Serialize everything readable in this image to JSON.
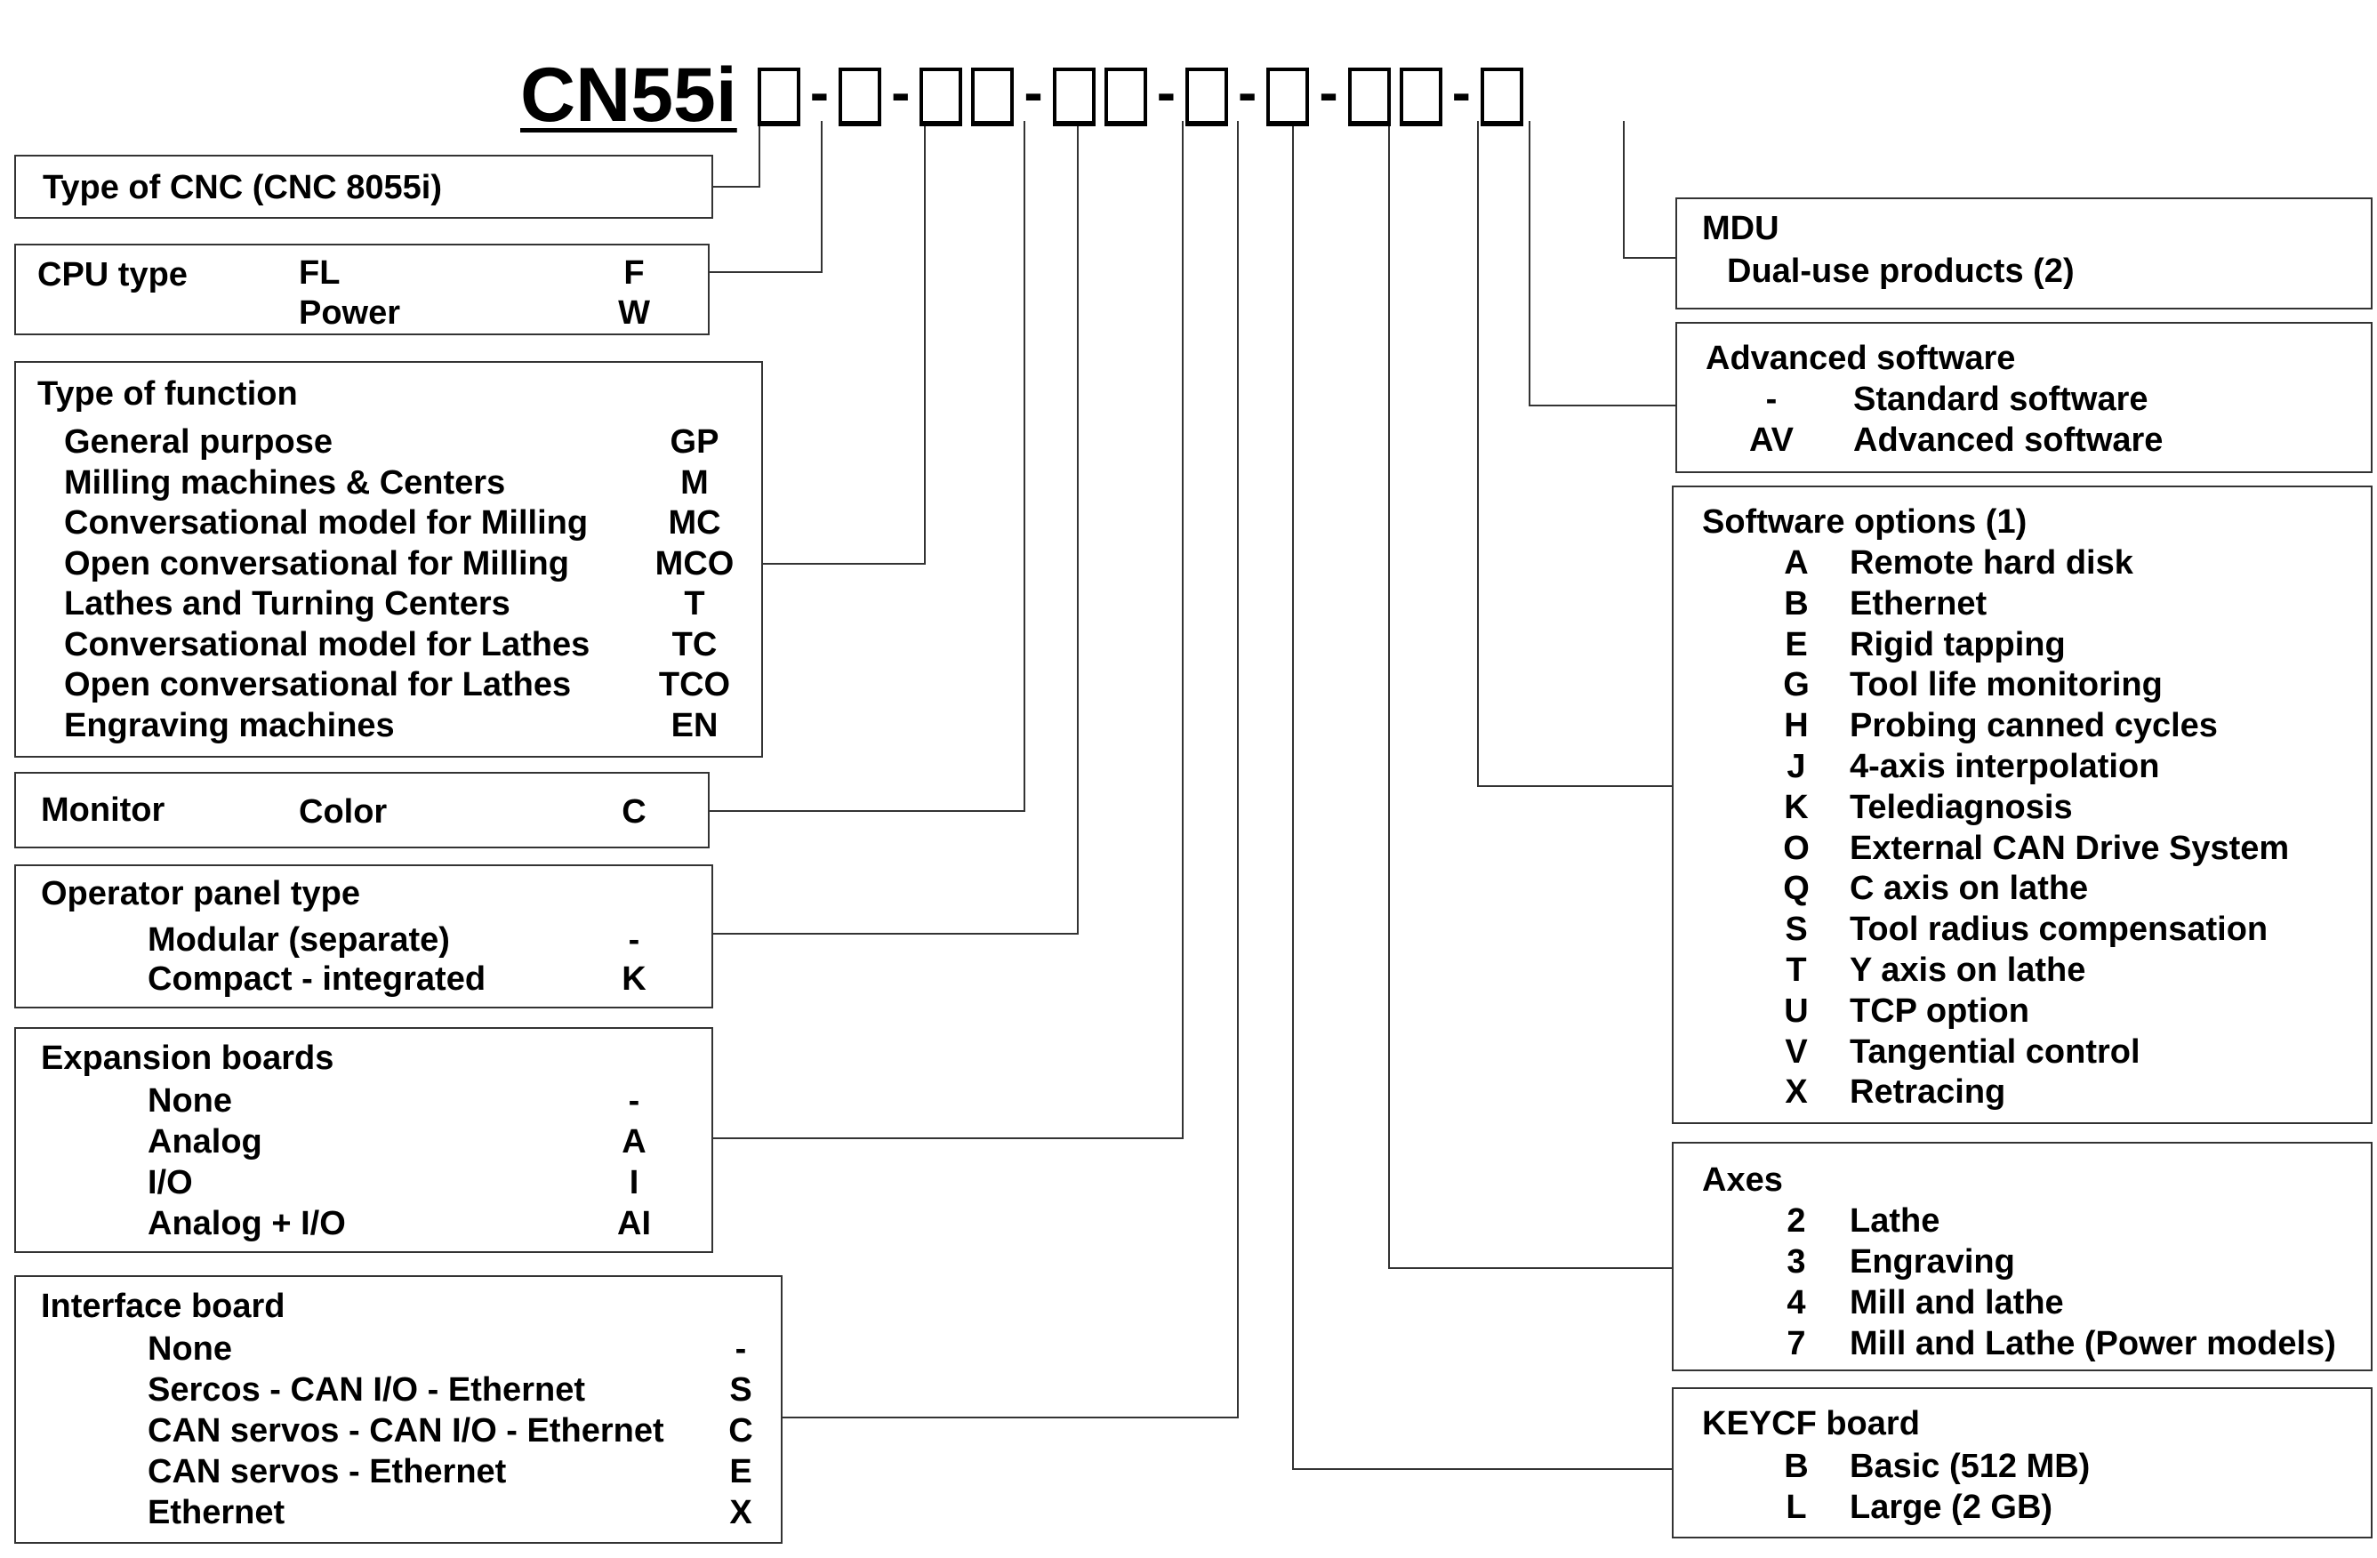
{
  "title": {
    "model": "CN55i",
    "segments": [
      1,
      1,
      2,
      2,
      1,
      1,
      2,
      1
    ],
    "separator": "-"
  },
  "left_boxes": [
    {
      "id": "type-of-cnc",
      "heading": "Type of CNC  (CNC 8055i)",
      "rows": []
    },
    {
      "id": "cpu-type",
      "heading": "CPU type",
      "rows": [
        {
          "label": "FL",
          "code": "F"
        },
        {
          "label": "Power",
          "code": "W"
        }
      ]
    },
    {
      "id": "type-of-function",
      "heading": "Type of function",
      "rows": [
        {
          "label": "General purpose",
          "code": "GP"
        },
        {
          "label": "Milling machines & Centers",
          "code": "M"
        },
        {
          "label": "Conversational model for Milling",
          "code": "MC"
        },
        {
          "label": "Open conversational for Milling",
          "code": "MCO"
        },
        {
          "label": "Lathes and Turning Centers",
          "code": "T"
        },
        {
          "label": "Conversational model for Lathes",
          "code": "TC"
        },
        {
          "label": "Open conversational for Lathes",
          "code": "TCO"
        },
        {
          "label": "Engraving machines",
          "code": "EN"
        }
      ]
    },
    {
      "id": "monitor",
      "heading": "Monitor",
      "rows": [
        {
          "label": "Color",
          "code": "C"
        }
      ]
    },
    {
      "id": "operator-panel-type",
      "heading": "Operator panel type",
      "rows": [
        {
          "label": "Modular (separate)",
          "code": "-"
        },
        {
          "label": "Compact - integrated",
          "code": "K"
        }
      ]
    },
    {
      "id": "expansion-boards",
      "heading": "Expansion boards",
      "rows": [
        {
          "label": "None",
          "code": "-"
        },
        {
          "label": "Analog",
          "code": "A"
        },
        {
          "label": "I/O",
          "code": "I"
        },
        {
          "label": "Analog + I/O",
          "code": "AI"
        }
      ]
    },
    {
      "id": "interface-board",
      "heading": "Interface board",
      "rows": [
        {
          "label": "None",
          "code": "-"
        },
        {
          "label": "Sercos - CAN I/O - Ethernet",
          "code": "S"
        },
        {
          "label": "CAN servos - CAN I/O - Ethernet",
          "code": "C"
        },
        {
          "label": "CAN servos - Ethernet",
          "code": "E"
        },
        {
          "label": "Ethernet",
          "code": "X"
        }
      ]
    }
  ],
  "right_boxes": [
    {
      "id": "mdu",
      "heading": "MDU",
      "rows": [
        {
          "code": "",
          "label": "Dual-use products (2)"
        }
      ]
    },
    {
      "id": "advanced-software",
      "heading": "Advanced software",
      "rows": [
        {
          "code": "-",
          "label": "Standard software"
        },
        {
          "code": "AV",
          "label": "Advanced software"
        }
      ]
    },
    {
      "id": "software-options",
      "heading": "Software options (1)",
      "rows": [
        {
          "code": "A",
          "label": "Remote hard disk"
        },
        {
          "code": "B",
          "label": "Ethernet"
        },
        {
          "code": "E",
          "label": "Rigid tapping"
        },
        {
          "code": "G",
          "label": "Tool life monitoring"
        },
        {
          "code": "H",
          "label": "Probing canned cycles"
        },
        {
          "code": "J",
          "label": "4-axis interpolation"
        },
        {
          "code": "K",
          "label": "Telediagnosis"
        },
        {
          "code": "O",
          "label": "External CAN Drive System"
        },
        {
          "code": "Q",
          "label": "C axis on lathe"
        },
        {
          "code": "S",
          "label": "Tool radius compensation"
        },
        {
          "code": "T",
          "label": "Y axis on lathe"
        },
        {
          "code": "U",
          "label": "TCP option"
        },
        {
          "code": "V",
          "label": "Tangential control"
        },
        {
          "code": "X",
          "label": "Retracing"
        }
      ]
    },
    {
      "id": "axes",
      "heading": "Axes",
      "rows": [
        {
          "code": "2",
          "label": "Lathe"
        },
        {
          "code": "3",
          "label": "Engraving"
        },
        {
          "code": "4",
          "label": "Mill and lathe"
        },
        {
          "code": "7",
          "label": "Mill and Lathe (Power models)"
        }
      ]
    },
    {
      "id": "keycf-board",
      "heading": "KEYCF board",
      "rows": [
        {
          "code": "B",
          "label": "Basic (512 MB)"
        },
        {
          "code": "L",
          "label": "Large (2 GB)"
        }
      ]
    }
  ]
}
